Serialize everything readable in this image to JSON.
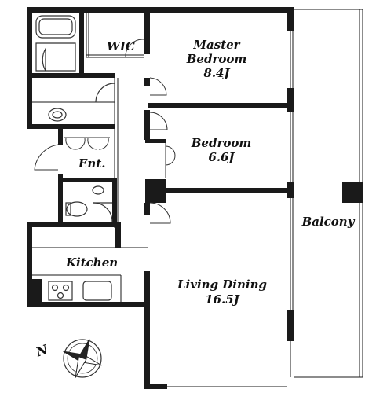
{
  "rooms": {
    "wic": "WIC",
    "master_bedroom": "Master",
    "master_bedroom_2": "Bedroom",
    "master_size": "8.4J",
    "bedroom": "Bedroom",
    "bedroom_size": "6.6J",
    "entrance": "Ent.",
    "kitchen": "Kitchen",
    "living_dining": "Living Dining",
    "living_size": "16.5J",
    "balcony": "Balcony"
  },
  "compass": {
    "north_letter": "N"
  },
  "colors": {
    "wall": "#1a1a1a",
    "background": "#ffffff",
    "fixture": "#333333"
  }
}
